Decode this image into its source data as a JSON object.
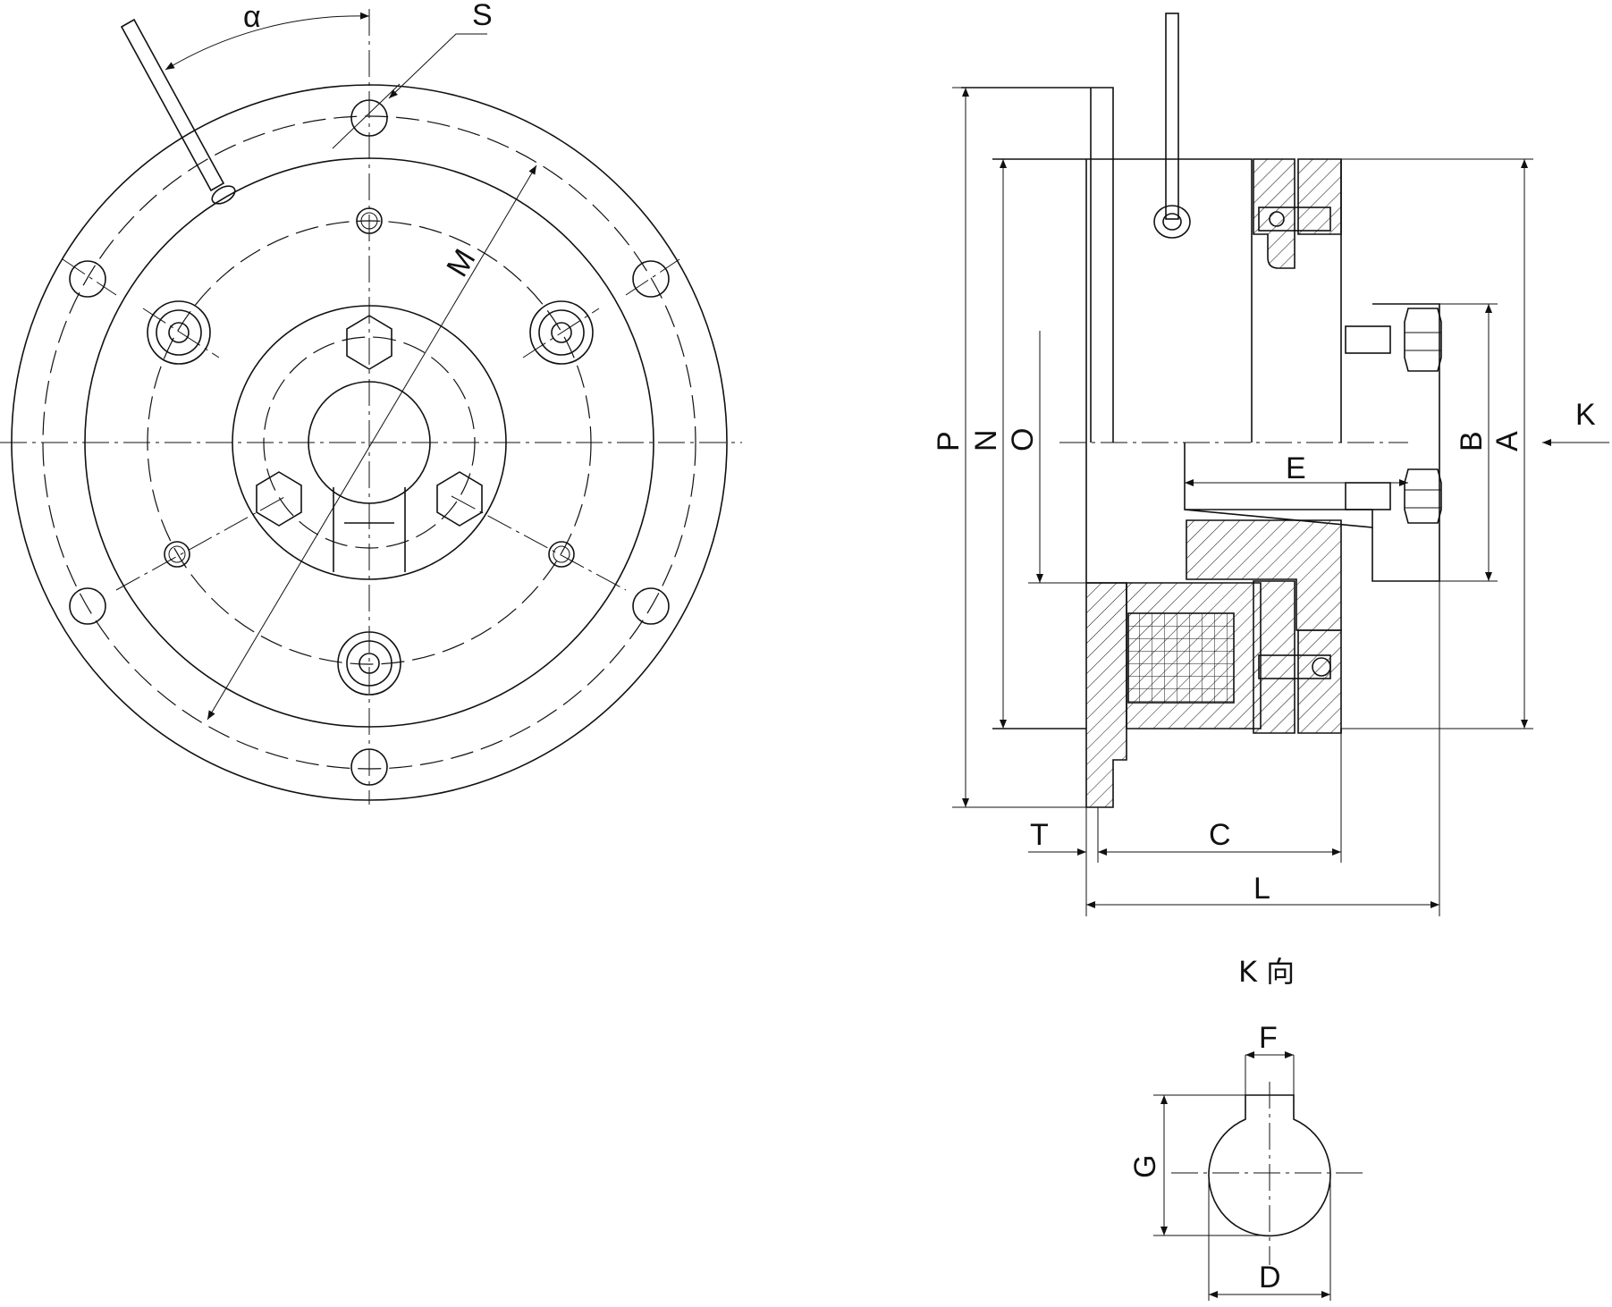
{
  "labels": {
    "alpha": "α",
    "S": "S",
    "M": "M",
    "P": "P",
    "N": "N",
    "O": "O",
    "B": "B",
    "A": "A",
    "K": "K",
    "E": "E",
    "T": "T",
    "C": "C",
    "L": "L",
    "F": "F",
    "G": "G",
    "D": "D",
    "k_view": "K 向"
  }
}
